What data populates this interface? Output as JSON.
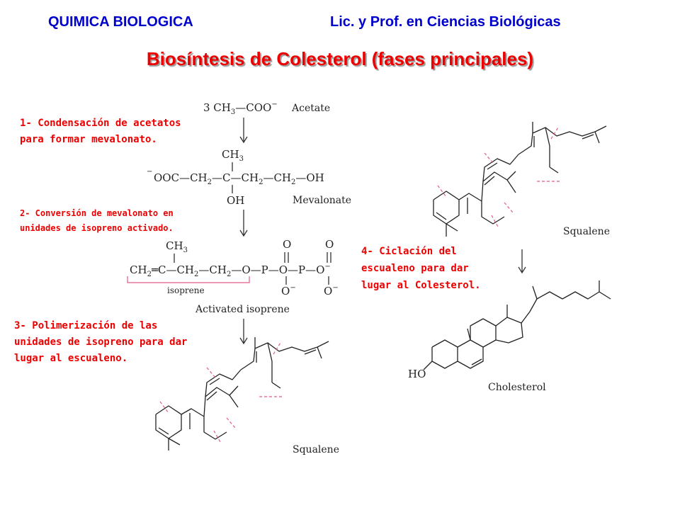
{
  "header": {
    "course": "QUIMICA BIOLOGICA",
    "program": "Lic. y Prof. en Ciencias Biológicas"
  },
  "title": "Biosíntesis de Colesterol (fases principales)",
  "steps": [
    {
      "lines": [
        "1- Condensación de acetatos",
        "para formar mevalonato."
      ]
    },
    {
      "lines": [
        "2- Conversión de mevalonato en",
        "unidades de isopreno activado."
      ]
    },
    {
      "lines": [
        "3- Polimerización de las",
        "unidades de isopreno para dar",
        "lugar al escualeno."
      ]
    },
    {
      "lines": [
        "4- Ciclación del",
        "escualeno para dar",
        "lugar al Colesterol."
      ]
    }
  ],
  "structures": {
    "acetate": {
      "formula_prefix": "3 CH",
      "formula_sub": "3",
      "formula_suffix": "—COO",
      "charge": "−",
      "label": "Acetate"
    },
    "mevalonate": {
      "top": "CH",
      "top_sub": "3",
      "bottom": "OH",
      "charge": "−",
      "main_parts": [
        "OOC—CH",
        "2",
        "—C—CH",
        "2",
        "—CH",
        "2",
        "—OH"
      ],
      "label": "Mevalonate"
    },
    "activated_isoprene": {
      "top": "CH",
      "top_sub": "3",
      "main_parts": [
        "CH",
        "2",
        "═C—CH",
        "2",
        "—CH",
        "2",
        "—O—P—O—P—O"
      ],
      "charge": "−",
      "phosphate_top": "O",
      "phosphate_bottom": "O",
      "bracket_label": "isoprene",
      "label": "Activated isoprene"
    },
    "squalene_label": "Squalene",
    "squalene_label_2": "Squalene",
    "cholesterol_label": "Cholesterol",
    "cholesterol_ho": "HO"
  },
  "colors": {
    "header": "#0000cc",
    "title": "#ee0000",
    "steps": "#ee0000",
    "cut_marks": "#e05a8a"
  }
}
